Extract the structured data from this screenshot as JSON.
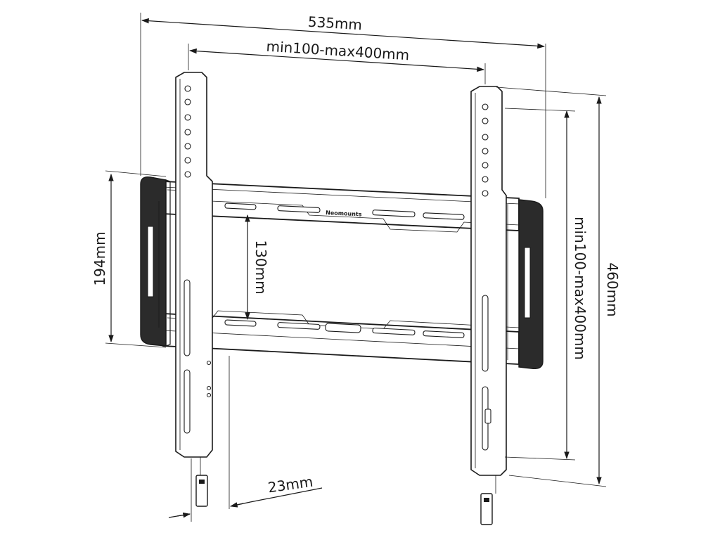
{
  "dimensions": {
    "overall_width": "535mm",
    "hole_pattern_width": "min100-max400mm",
    "height_left": "194mm",
    "rail_spacing": "130mm",
    "hole_pattern_height": "min100-max400mm",
    "overall_height": "460mm",
    "depth": "23mm"
  },
  "brand": "Neomounts",
  "colors": {
    "line": "#1a1a1a",
    "pad": "#2b2b2b",
    "background": "#ffffff"
  }
}
